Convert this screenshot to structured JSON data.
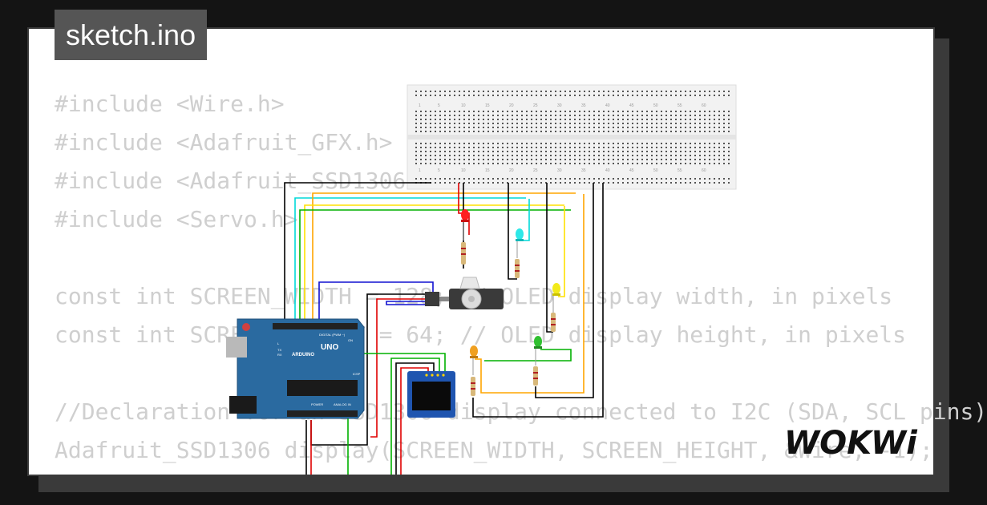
{
  "title": "sketch.ino",
  "code_lines": [
    "#include <Wire.h>",
    "#include <Adafruit_GFX.h>",
    "#include <Adafruit_SSD1306.h>",
    "#include <Servo.h>",
    "",
    "const int SCREEN_WIDTH = 128; // OLED display width, in pixels",
    "const int SCREEN_HEIGHT = 64; // OLED display height, in pixels",
    "",
    "//Declaration for an SSD1306 display connected to I2C (SDA, SCL pins)",
    "Adafruit_SSD1306 display(SCREEN_WIDTH, SCREEN_HEIGHT, &Wire, -1);"
  ],
  "breadboard": {
    "column_numbers": [
      "1",
      "5",
      "10",
      "15",
      "20",
      "25",
      "30",
      "35",
      "40",
      "45",
      "50",
      "55",
      "60"
    ]
  },
  "arduino": {
    "model": "UNO",
    "brand": "ARDUINO",
    "labels": {
      "digital": "DIGITAL (PWM ~)",
      "power": "POWER",
      "analog": "ANALOG IN",
      "on": "ON",
      "tx": "TX",
      "rx": "RX",
      "l": "L",
      "icsp": "ICSP"
    }
  },
  "logo_text": "WOKWi",
  "colors": {
    "background": "#141414",
    "card": "#ffffff",
    "code_text": "#cfcfcf",
    "title_tab": "#555555",
    "arduino_board": "#2a6aa0",
    "wire_black": "#000000",
    "wire_red": "#e00000",
    "wire_blue": "#1010d0",
    "wire_cyan": "#00d8d8",
    "wire_yellow": "#ffe100",
    "wire_orange": "#ffa500",
    "wire_green": "#00b000"
  }
}
